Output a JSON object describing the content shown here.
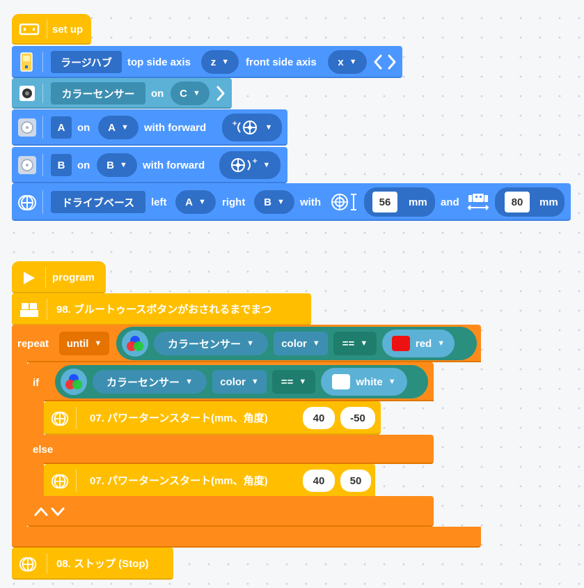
{
  "setup": {
    "hat_label": "set up",
    "hub": {
      "name": "ラージハブ",
      "top_label": "top side axis",
      "top_value": "z",
      "front_label": "front side axis",
      "front_value": "x"
    },
    "color_sensor": {
      "name": "カラーセンサー",
      "on_label": "on",
      "port": "C"
    },
    "motor_a": {
      "name": "A",
      "on_label": "on",
      "port": "A",
      "forward_label": "with forward"
    },
    "motor_b": {
      "name": "B",
      "on_label": "on",
      "port": "B",
      "forward_label": "with forward"
    },
    "drivebase": {
      "name": "ドライブベース",
      "left_label": "left",
      "left_port": "A",
      "right_label": "right",
      "right_port": "B",
      "with_label": "with",
      "wheel_value": "56",
      "unit1": "mm",
      "and_label": "and",
      "width_value": "80",
      "unit2": "mm"
    }
  },
  "program": {
    "hat_label": "program",
    "wait_block": "98. ブルートゥースボタンがおされるまでまつ",
    "repeat": {
      "repeat_label": "repeat",
      "mode": "until",
      "sensor": "カラーセンサー",
      "property": "color",
      "op": "==",
      "color_name": "red",
      "color_hex": "#ee1111"
    },
    "if_block": {
      "if_label": "if",
      "sensor": "カラーセンサー",
      "property": "color",
      "op": "==",
      "color_name": "white",
      "color_hex": "#ffffff",
      "then_call": {
        "label": "07. パワーターンスタート(mm、角度)",
        "arg1": "40",
        "arg2": "-50"
      },
      "else_label": "else",
      "else_call": {
        "label": "07. パワーターンスタート(mm、角度)",
        "arg1": "40",
        "arg2": "50"
      }
    },
    "stop_block": "08. ストップ (Stop)"
  },
  "colors": {
    "blue": "#4c97ff",
    "teal": "#5cb1d6",
    "yellow": "#ffbf00",
    "orange": "#ff8c1a",
    "green": "#2a8f7e"
  }
}
